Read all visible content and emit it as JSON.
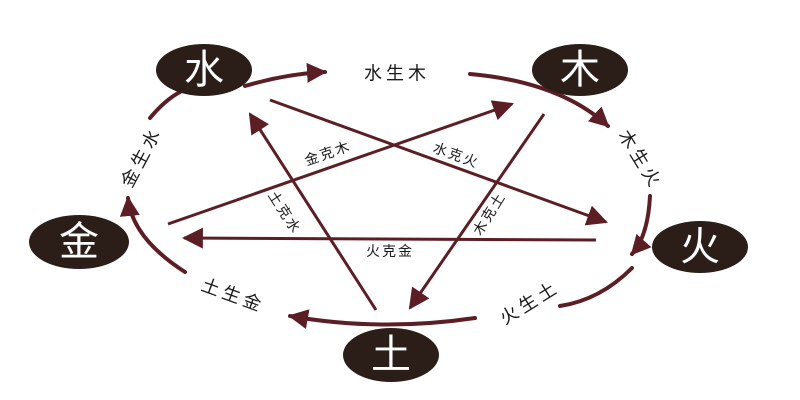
{
  "colors": {
    "badge": "#2b1d17",
    "arrow": "#5c1e25",
    "label": "#1a1a1a"
  },
  "elements": {
    "water": "水",
    "wood": "木",
    "fire": "火",
    "earth": "土",
    "metal": "金"
  },
  "generating": {
    "water_wood": "水生木",
    "wood_fire": "木生火",
    "fire_earth": "火生土",
    "earth_metal": "土生金",
    "metal_water": "金生水"
  },
  "controlling": {
    "metal_wood": "金克木",
    "water_fire": "水克火",
    "earth_water": "土克水",
    "wood_earth": "木克土",
    "fire_metal": "火克金"
  }
}
